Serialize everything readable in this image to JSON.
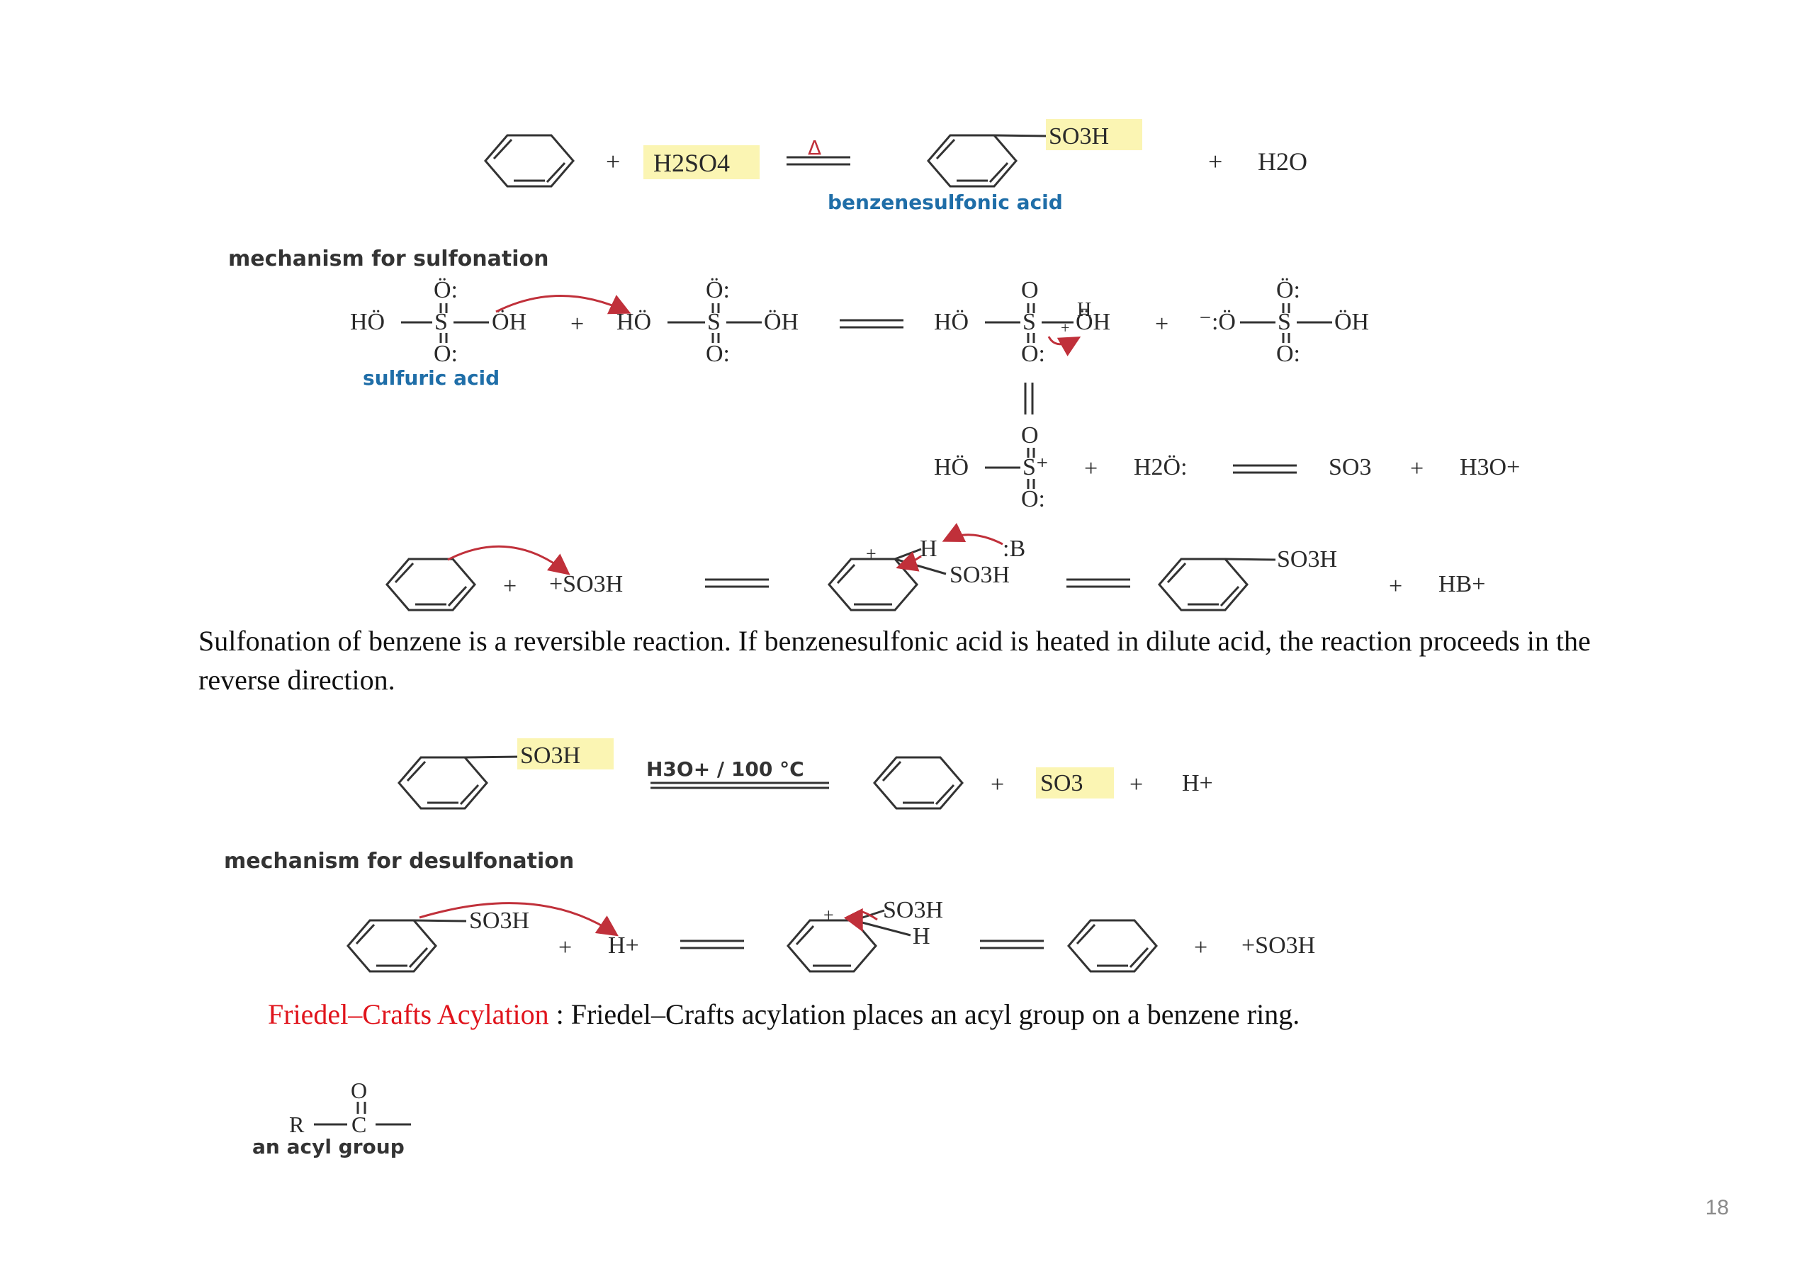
{
  "top_reaction": {
    "plus1": "+",
    "reagent": "H2SO4",
    "heat": "Δ",
    "product_group": "SO3H",
    "plus2": "+",
    "water": "H2O",
    "product_name": "benzenesulfonic acid"
  },
  "sulfonation_mechanism": {
    "title": "mechanism for sulfonation",
    "sulfuric_label": "sulfuric acid",
    "plus": "+",
    "so3h_plus": "+SO3H",
    "hb_plus": "HB+",
    "base": ":B",
    "h": "H",
    "so3h": "SO3H",
    "so3": "SO3",
    "h3o": "H3O+",
    "h2o": "H2Ö:"
  },
  "paragraph1": "Sulfonation of benzene is a reversible reaction. If benzenesulfonic acid is heated in dilute acid, the reaction proceeds in the reverse direction.",
  "desulfonation": {
    "conditions": "H3O+ / 100 °C",
    "so3h": "SO3H",
    "so3": "SO3",
    "h_plus": "H+",
    "plus": "+",
    "title": "mechanism for desulfonation",
    "so3h_plus": "+SO3H"
  },
  "friedel": {
    "heading": "Friedel–Crafts Acylation",
    "rest": " : Friedel–Crafts acylation places an acyl group on a benzene ring."
  },
  "acyl": {
    "o": "O",
    "r": "R",
    "c": "C",
    "label": "an acyl group"
  },
  "page_number": "18",
  "colors": {
    "highlight": "#fbf5b3",
    "blue_label": "#1f6ea8",
    "red_heading": "#e0141c",
    "arrow_red": "#c0303a"
  }
}
